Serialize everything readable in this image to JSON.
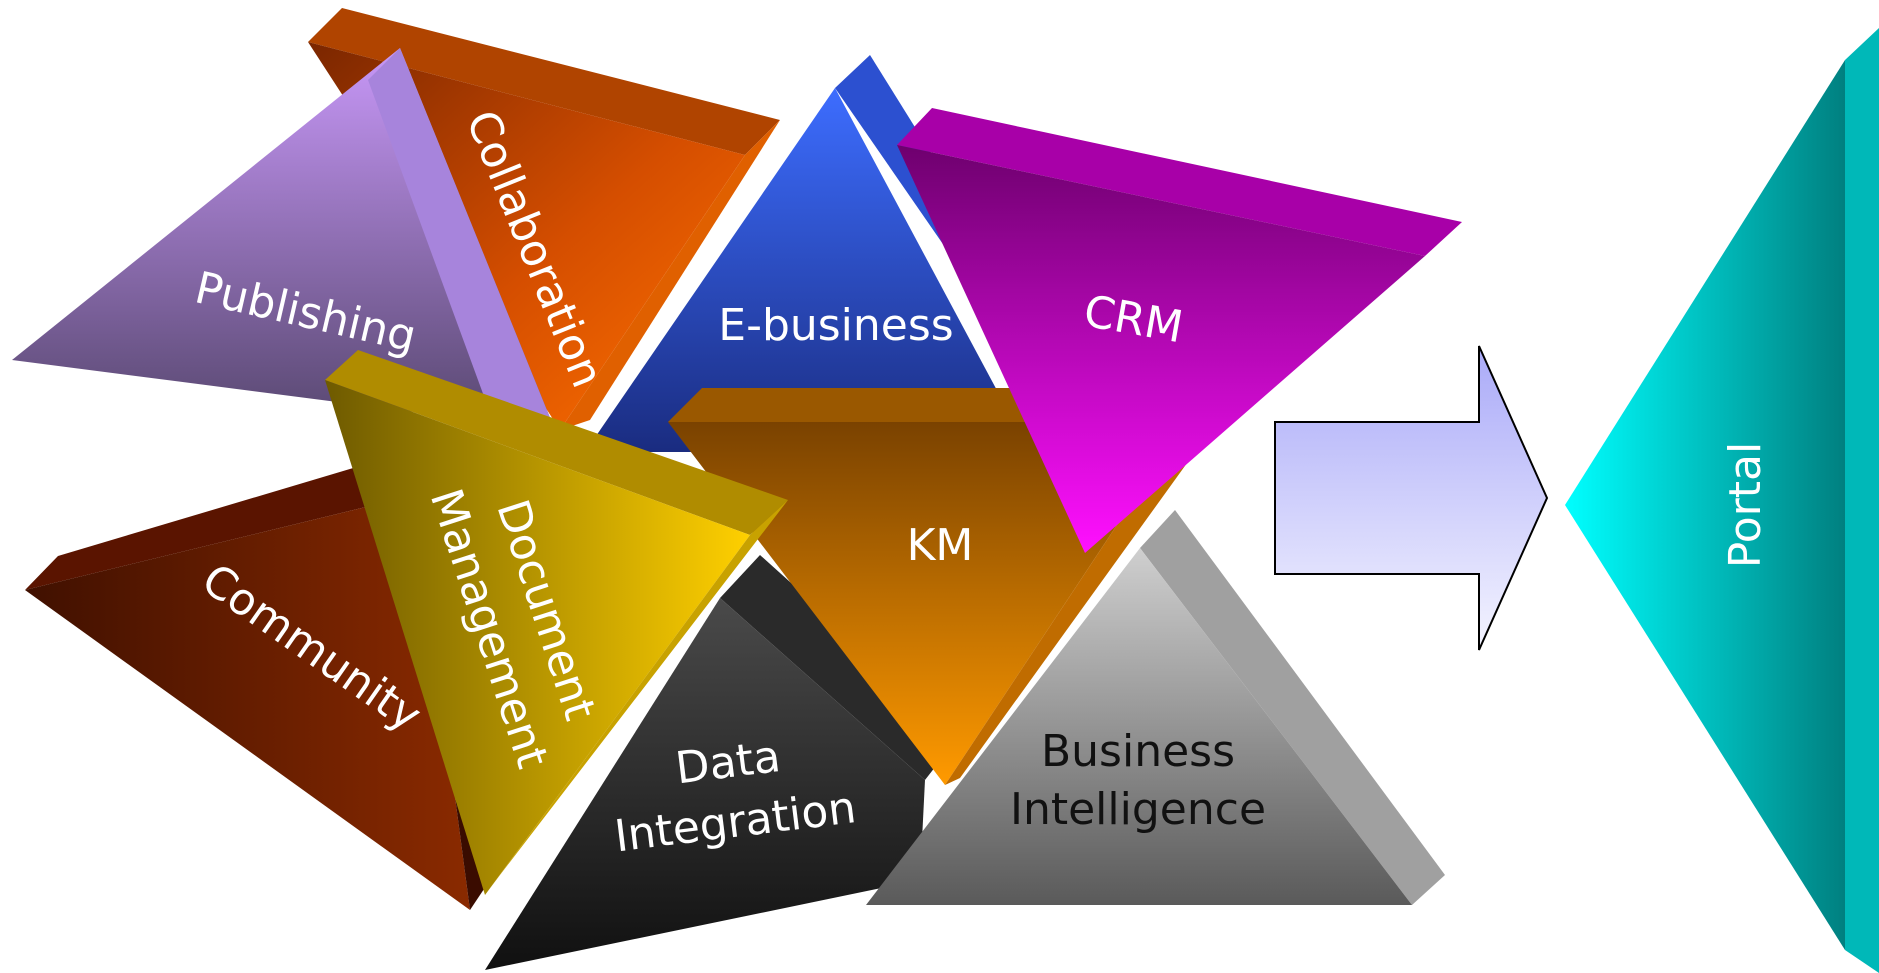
{
  "diagram": {
    "nodes": {
      "collaboration": "Collaboration",
      "publishing": "Publishing",
      "e_business": "E-business",
      "crm": "CRM",
      "km": "KM",
      "community": "Community",
      "document_management": [
        "Document",
        "Management"
      ],
      "data_integration": [
        "Data",
        "Integration"
      ],
      "business_intelligence": [
        "Business",
        "Intelligence"
      ],
      "portal": "Portal"
    },
    "colors": {
      "collaboration": "#e85a00",
      "publishing": "#9a78c8",
      "e_business": "#2c53d8",
      "crm": "#c000c8",
      "km": "#d68000",
      "community": "#6a1e00",
      "document_management": "#c8a000",
      "data_integration": "#1c1c1c",
      "business_intelligence": "#9a9a9a",
      "arrow": "#b8b8f8",
      "portal": "#00c8c8"
    }
  }
}
